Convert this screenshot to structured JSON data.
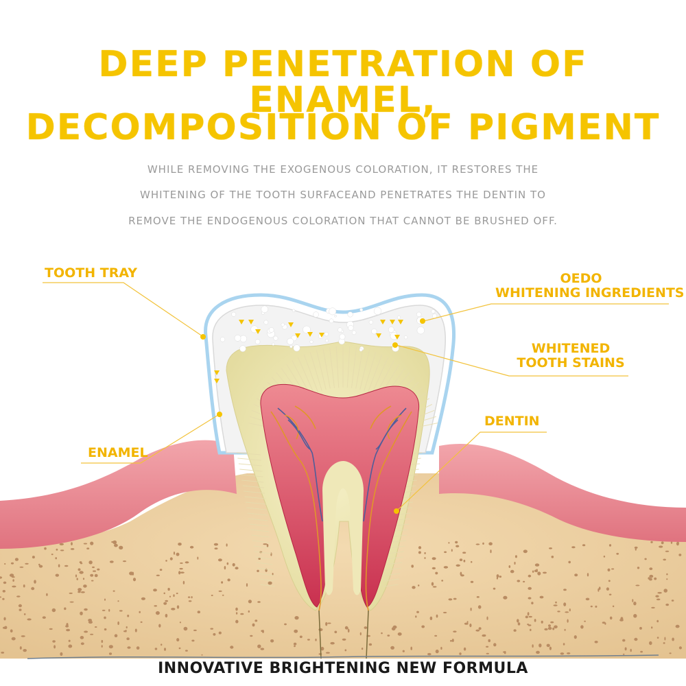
{
  "headline": {
    "line1": "DEEP PENETRATION OF ENAMEL,",
    "line2": "DECOMPOSITION OF PIGMENT"
  },
  "subtitle": {
    "line1": "WHILE REMOVING THE EXOGENOUS COLORATION, IT RESTORES THE",
    "line2": "WHITENING OF THE TOOTH SURFACEAND PENETRATES THE DENTIN TO",
    "line3": "REMOVE THE ENDOGENOUS COLORATION THAT CANNOT BE BRUSHED OFF."
  },
  "labels": {
    "tooth_tray": "TOOTH TRAY",
    "oedo_line1": "OEDO",
    "oedo_line2": "WHITENING INGREDIENTS",
    "stains_line1": "WHITENED",
    "stains_line2": "TOOTH STAINS",
    "dentin": "DENTIN",
    "enamel": "ENAMEL"
  },
  "footer": "INNOVATIVE BRIGHTENING NEW FORMULA",
  "colors": {
    "accent": "#f5c400",
    "gum": "#e98a93",
    "bone": "#eccf9f",
    "pulp": "#d8425e",
    "dentin": "#efe9b4",
    "tray": "#a9d4ef"
  }
}
